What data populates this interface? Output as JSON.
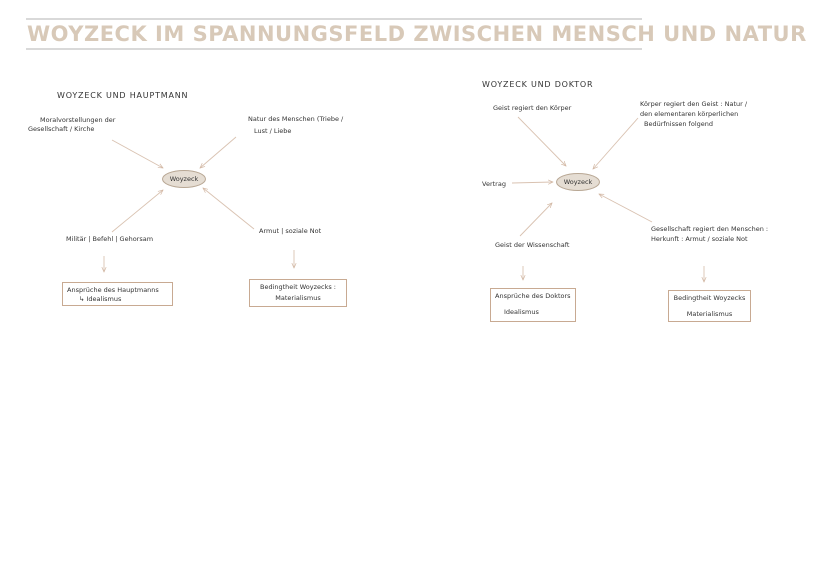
{
  "title": "WOYZECK IM SPANNUNGSFELD ZWISCHEN MENSCH UND NATUR",
  "left": {
    "heading": "WOYZECK UND HAUPTMANN",
    "center": "Woyzeck",
    "labels": {
      "top_left_1": "Moralvorstellungen der",
      "top_left_2": "Gesellschaft / Kirche",
      "top_right_1": "Natur des Menschen (Triebe /",
      "top_right_2": "Lust / Liebe",
      "bottom_left": "Militär | Befehl | Gehorsam",
      "bottom_right": "Armut | soziale Not"
    },
    "boxes": {
      "left_1": "Ansprüche des Hauptmanns",
      "left_2": "↳ Idealismus",
      "right_1": "Bedingtheit Woyzecks :",
      "right_2": "Materialismus"
    }
  },
  "right": {
    "heading": "WOYZECK UND DOKTOR",
    "center": "Woyzeck",
    "labels": {
      "top_left": "Geist regiert den Körper",
      "top_right_1": "Körper regiert den Geist : Natur /",
      "top_right_2": "den elementaren körperlichen",
      "top_right_3": "Bedürfnissen folgend",
      "left": "Vertrag",
      "bottom_left": "Geist der Wissenschaft",
      "bottom_right_1": "Gesellschaft regiert den Menschen :",
      "bottom_right_2": "Herkunft : Armut / soziale Not"
    },
    "boxes": {
      "left_1": "Ansprüche des Doktors",
      "left_2": "Idealismus",
      "right_1": "Bedingtheit Woyzecks",
      "right_2": "Materialismus"
    }
  }
}
